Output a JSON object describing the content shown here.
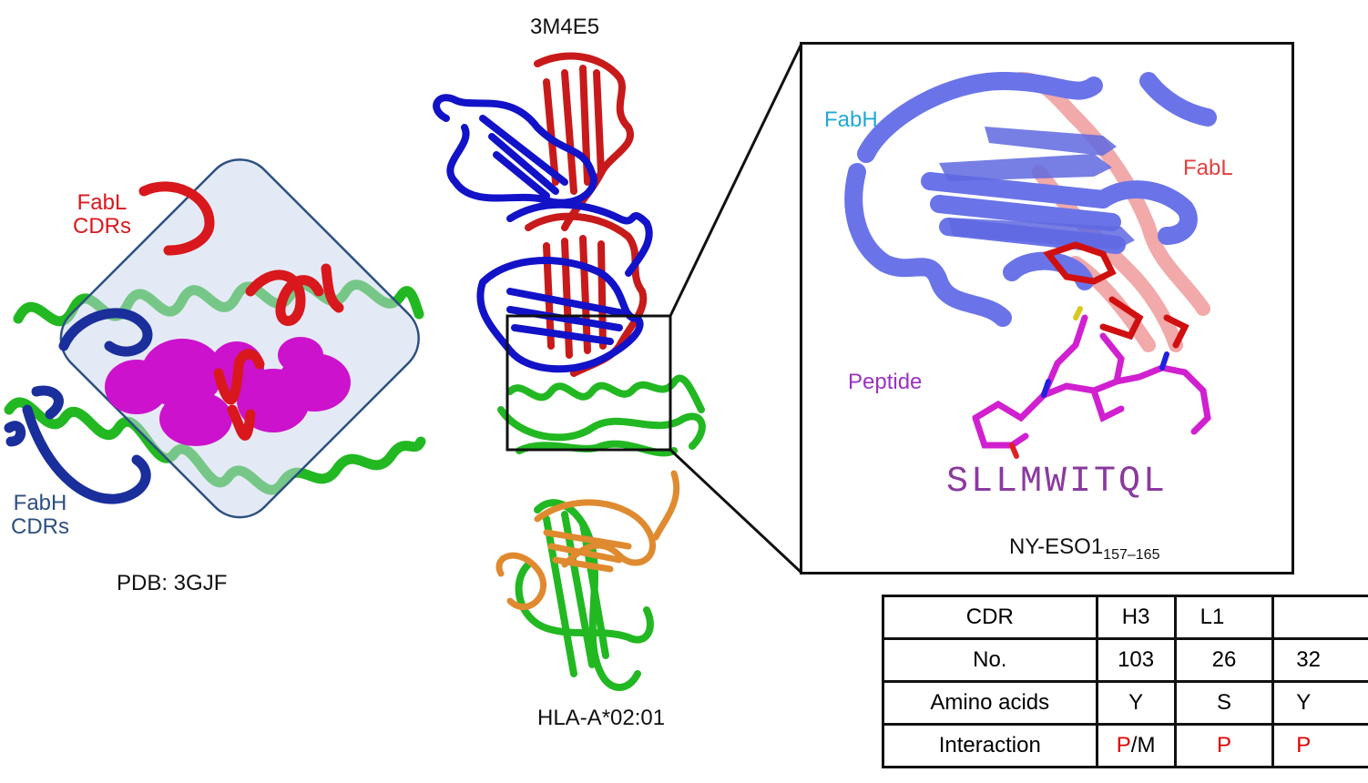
{
  "left_panel": {
    "fabl_label": "FabL\nCDRs",
    "fabh_label": "FabH\nCDRs",
    "pdb_label": "PDB: 3GJF",
    "colors": {
      "helix": "#22b822",
      "fabl": "#d8181c",
      "fabh": "#1a2f9c",
      "peptide": "#cc12cc",
      "box": "#2d5080"
    }
  },
  "middle_panel": {
    "top_label": "3M4E5",
    "bottom_label": "HLA-A*02:01",
    "colors": {
      "heavy": "#1212c8",
      "light": "#c81a1a",
      "hla": "#22b822",
      "b2m": "#e08a30"
    }
  },
  "inset": {
    "fabh_label": "FabH",
    "fabl_label": "FabL",
    "peptide_label": "Peptide",
    "sequence": "SLLMWITQL",
    "antigen_name": "NY-ESO1",
    "antigen_subscript": "157–165",
    "colors": {
      "fabh": "#6a74e8",
      "fabl": "#e04040",
      "peptide": "#d020d0",
      "peptide_label": "#9a32c4",
      "fabh_label": "#21a8d4",
      "sequence": "#8a3a9e"
    }
  },
  "table": {
    "rows": [
      {
        "label": "CDR",
        "cells": [
          "H3",
          "L1",
          ""
        ]
      },
      {
        "label": "No.",
        "cells": [
          "103",
          "26",
          "32"
        ]
      },
      {
        "label": "Amino acids",
        "cells": [
          "Y",
          "S",
          "Y"
        ]
      },
      {
        "label": "Interaction",
        "cells": [
          "P/M",
          "P",
          "P"
        ]
      }
    ]
  }
}
